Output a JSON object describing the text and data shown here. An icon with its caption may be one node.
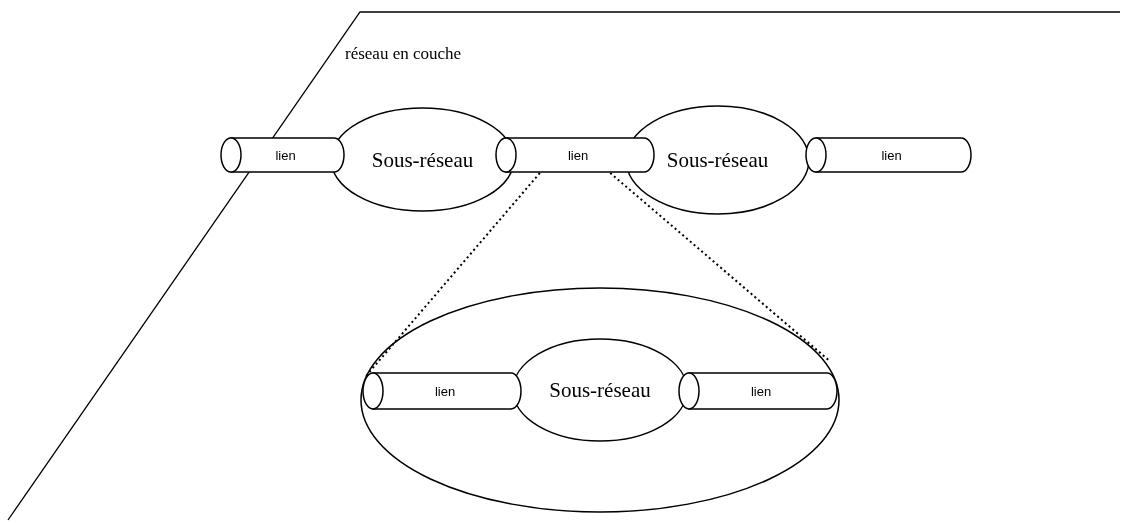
{
  "diagram": {
    "nodes": [
      {
        "text": [
          "réseau en couche"
        ]
      },
      {
        "text": [
          "lien"
        ],
        "in": 0
      },
      {
        "text": [
          "Sous-réseau"
        ],
        "in": 0
      },
      {
        "text": [
          "lien"
        ],
        "in": 0
      },
      {
        "text": [
          "Sous-réseau"
        ],
        "in": 0
      },
      {
        "text": [
          "lien"
        ],
        "in": 0
      },
      {
        "text": [],
        "shape": "ellipse",
        "in": 0
      },
      {
        "text": [
          "lien"
        ],
        "in": 6
      },
      {
        "text": [
          "Sous-réseau"
        ],
        "in": 6
      },
      {
        "text": [
          "lien"
        ],
        "in": 6
      }
    ],
    "edges": [
      {
        "from": 3,
        "to": 6,
        "arrow": "none",
        "style": "dashed"
      },
      {
        "from": 3,
        "to": 6,
        "arrow": "none",
        "style": "dashed"
      }
    ]
  }
}
